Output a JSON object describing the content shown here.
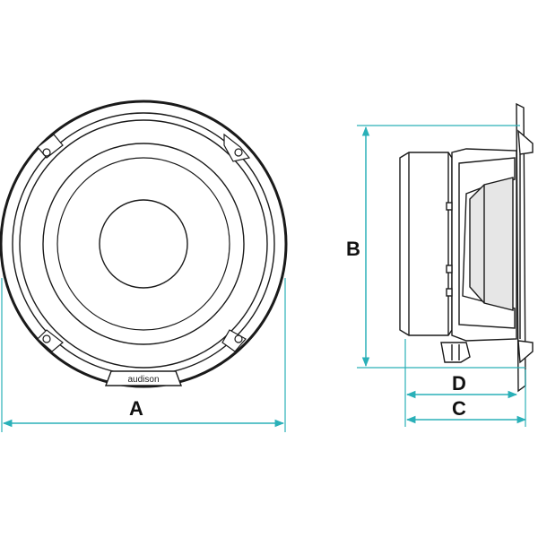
{
  "brand": {
    "logo_text": "audison"
  },
  "dimensions": {
    "a": {
      "label": "A"
    },
    "b": {
      "label": "B"
    },
    "c": {
      "label": "C"
    },
    "d": {
      "label": "D"
    }
  },
  "colors": {
    "line": "#1a1a1a",
    "dimension": "#2ab0b8",
    "panel_fill": "#e6e6e6",
    "background": "#ffffff"
  }
}
